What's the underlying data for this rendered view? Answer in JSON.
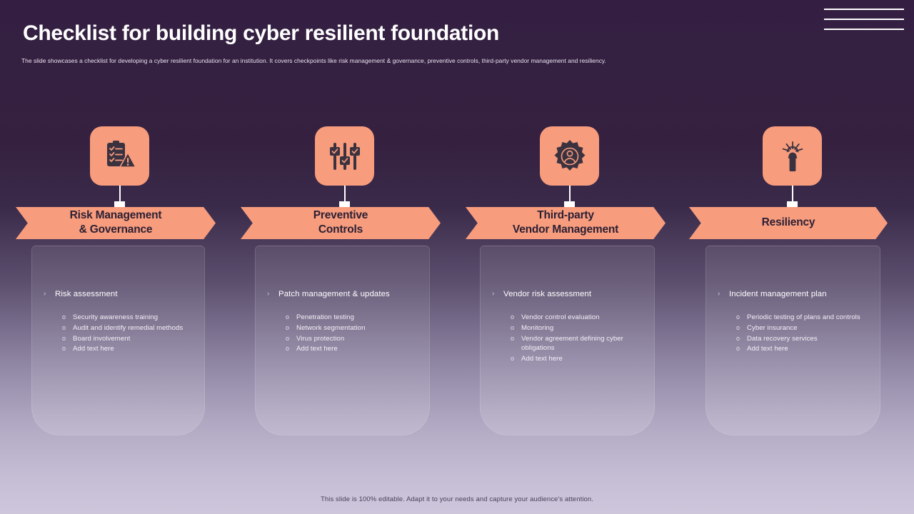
{
  "header": {
    "title": "Checklist for building cyber resilient foundation",
    "subtitle": "The slide showcases a checklist for developing a cyber resilient foundation for an institution. It covers checkpoints like risk management & governance, preventive controls, third-party vendor management and resiliency."
  },
  "theme": {
    "accent": "#f79c7d",
    "background_top": "#341f42",
    "background_bottom": "#cec7dc",
    "banner_text_color": "#2b1f33"
  },
  "columns": [
    {
      "icon": "clipboard-warning-icon",
      "title_line1": "Risk Management",
      "title_line2": "& Governance",
      "lead": "Risk assessment",
      "lead_marker": "›",
      "items": [
        "Security awareness training",
        "Audit and identify remedial methods",
        "Board involvement",
        "Add text here"
      ]
    },
    {
      "icon": "sliders-check-icon",
      "title_line1": "Preventive",
      "title_line2": "Controls",
      "lead": "Patch management & updates",
      "lead_marker": "›",
      "items": [
        "Penetration testing",
        "Network segmentation",
        "Virus protection",
        "Add text here"
      ]
    },
    {
      "icon": "gear-user-icon",
      "title_line1": "Third-party",
      "title_line2": "Vendor Management",
      "lead": "Vendor risk assessment",
      "lead_marker": "›",
      "items": [
        "Vendor control evaluation",
        "Monitoring",
        "Vendor agreement defining cyber obligations",
        "Add text here"
      ]
    },
    {
      "icon": "fist-arrows-icon",
      "title_line1": "Resiliency",
      "title_line2": "",
      "lead": "Incident management plan",
      "lead_marker": "›",
      "items": [
        "Periodic testing of plans and controls",
        "Cyber insurance",
        "Data recovery services",
        "Add text here"
      ]
    }
  ],
  "bullet_marker": "o",
  "footer": {
    "note": "This slide is 100% editable. Adapt it to your needs and capture your audience's attention."
  }
}
